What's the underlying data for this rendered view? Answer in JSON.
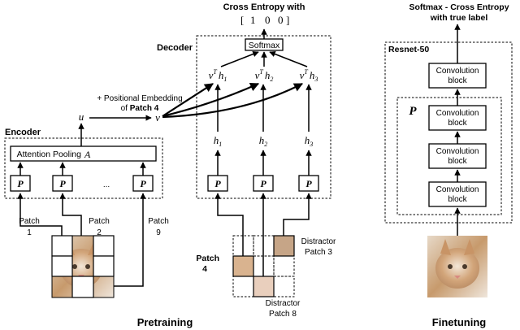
{
  "pretraining": {
    "section_label": "Pretraining",
    "encoder": {
      "label": "Encoder",
      "attention_pooling": "Attention Pooling",
      "attention_symbol": "A",
      "p_symbol": "P",
      "ellipsis": "...",
      "output_symbol": "u"
    },
    "positional_note": {
      "line1": "+ Positional Embedding",
      "line2_prefix": "of ",
      "line2_bold": "Patch 4"
    },
    "v_symbol": "v",
    "patch_labels": [
      {
        "top": "Patch",
        "bottom": "1"
      },
      {
        "top": "Patch",
        "bottom": "2"
      },
      {
        "top": "Patch",
        "bottom": "9"
      }
    ],
    "decoder": {
      "label": "Decoder",
      "softmax": "Softmax",
      "scores": [
        "v",
        "v",
        "v"
      ],
      "score_sup": "T",
      "score_h": [
        "h",
        "h",
        "h"
      ],
      "score_sub": [
        "1",
        "2",
        "3"
      ],
      "hidden": [
        "h",
        "h",
        "h"
      ],
      "hidden_sub": [
        "1",
        "2",
        "3"
      ],
      "p_symbol": "P"
    },
    "cross_entropy": {
      "title": "Cross Entropy with",
      "target": [
        "1",
        "0",
        "0"
      ],
      "bracket_open": "[",
      "bracket_close": "]"
    },
    "patch4": {
      "line1": "Patch",
      "line2": "4"
    },
    "distractor3": {
      "line1": "Distractor",
      "line2": "Patch 3"
    },
    "distractor8": {
      "line1": "Distractor",
      "line2": "Patch 8"
    }
  },
  "finetuning": {
    "section_label": "Finetuning",
    "header_line1": "Softmax - Cross Entropy",
    "header_line2": "with true label",
    "resnet_label": "Resnet-50",
    "p_symbol": "P",
    "blocks": [
      {
        "line1": "Convolution",
        "line2": "block"
      },
      {
        "line1": "Convolution",
        "line2": "block"
      },
      {
        "line1": "Convolution",
        "line2": "block"
      },
      {
        "line1": "Convolution",
        "line2": "block"
      }
    ]
  }
}
